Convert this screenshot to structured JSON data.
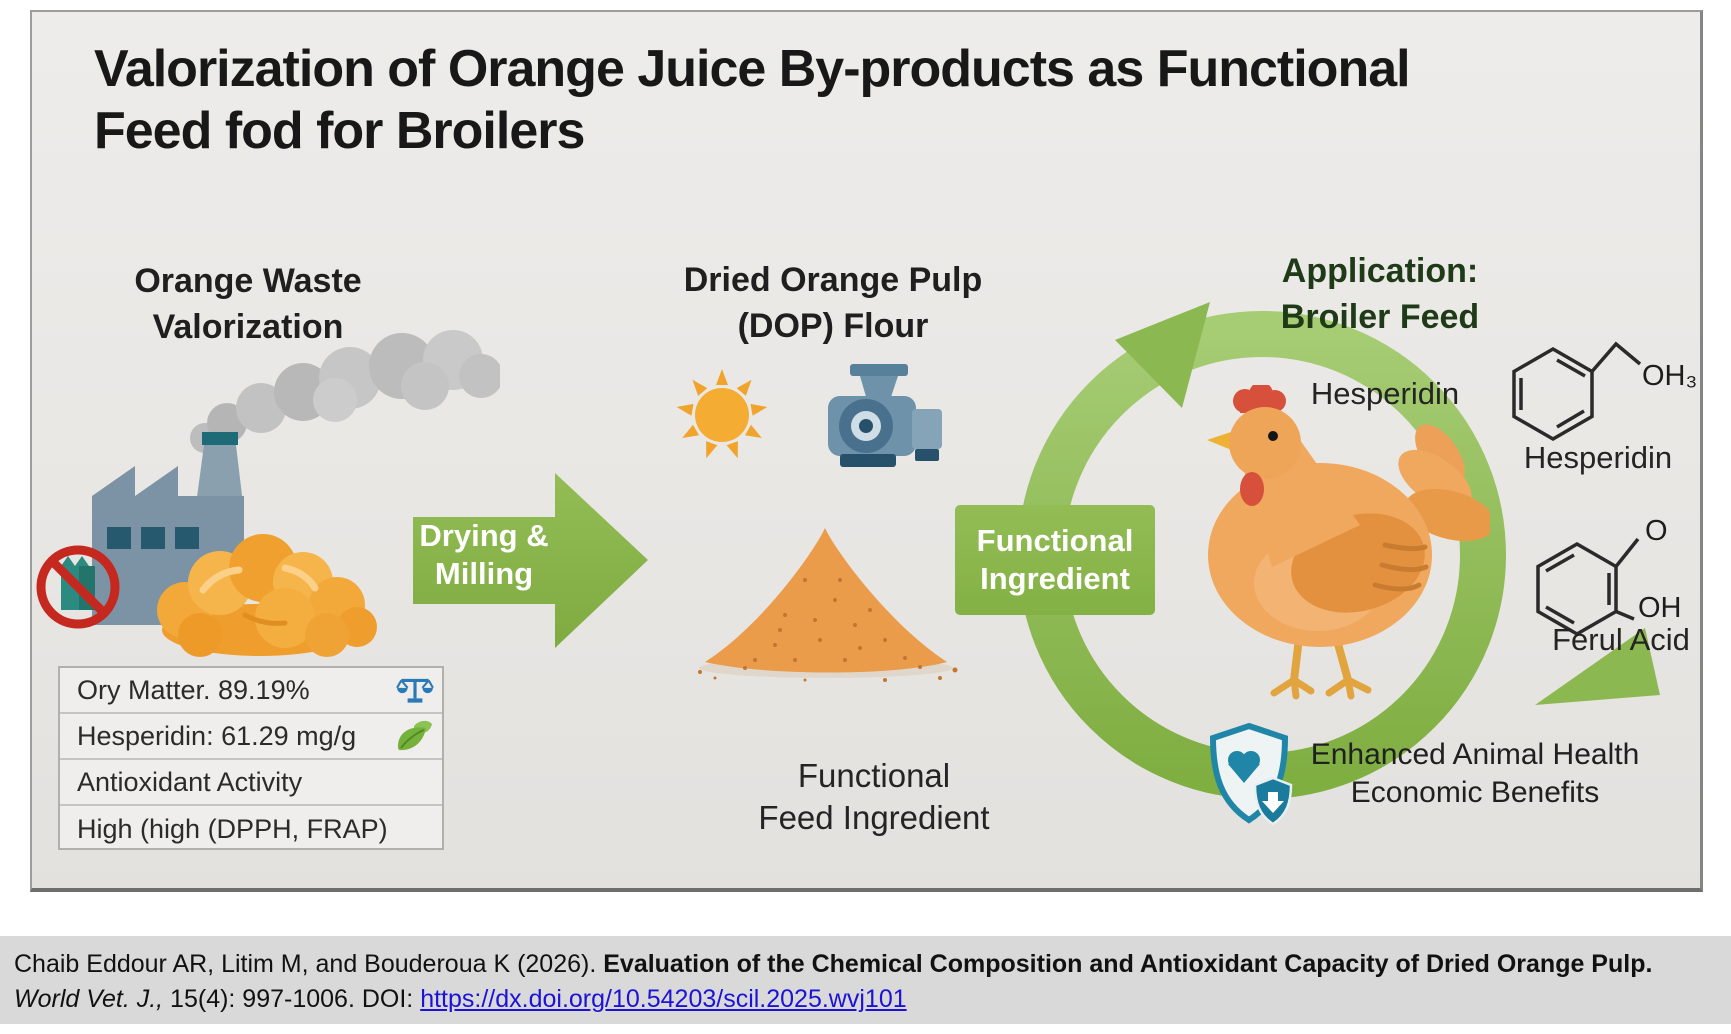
{
  "poster": {
    "title": {
      "line1": "Valorization of Orange Juice By-products as Functional",
      "line2": "Feed fod for Broilers"
    },
    "left_section": {
      "heading1": "Orange Waste",
      "heading2": "Valorization",
      "table_rows": [
        {
          "text": "Ory Matter. 89.19%",
          "icon": "balance-scale-icon"
        },
        {
          "text": "Hesperidin: 61.29 mg/g",
          "icon": "leaf-icon"
        },
        {
          "text": "Antioxidant Activity",
          "icon": ""
        },
        {
          "text": "High (high (DPPH, FRAP)",
          "icon": ""
        }
      ]
    },
    "drying_arrow": {
      "line1": "Drying &",
      "line2": "Milling"
    },
    "middle_section": {
      "heading1": "Dried Orange Pulp",
      "heading2": "(DOP) Flour",
      "caption1": "Functional",
      "caption2": "Feed Ingredient"
    },
    "functional_arrow": {
      "line1": "Functional",
      "line2": "Ingredient"
    },
    "right_section": {
      "heading1": "Application:",
      "heading2": "Broiler Feed",
      "chicken_label": "Hesperidin",
      "chem_hesperidin": {
        "label": "Hesperidin",
        "group": "OH₃"
      },
      "chem_ferulic": {
        "label": "Ferul Acid",
        "group_top": "O",
        "group_bottom": "OH"
      },
      "benefits1": "Enhanced Animal Health",
      "benefits2": "Economic Benefits"
    }
  },
  "citation": {
    "authors_part": "Chaib Eddour AR, Litim M, and Bouderoua K (2026). ",
    "bold_title": "Evaluation of the Chemical Composition and Antioxidant Capacity of Dried Orange Pulp.",
    "journal": "World Vet. J.,",
    "volume_part": " 15(4): 997-1006. DOI: ",
    "doi": "https://dx.doi.org/10.54203/scil.2025.wvj101"
  },
  "icons": {
    "balance_scale": "balance-scale-icon",
    "leaf": "leaf-icon",
    "sun": "sun-icon",
    "grinder": "grinder-icon",
    "factory": "factory-icon",
    "no_waste": "no-waste-prohibition-icon",
    "recycle_ring": "recycle-ring-icon",
    "chicken": "chicken-icon",
    "shield_health": "health-shield-icon"
  },
  "colors": {
    "arrow_green": "#87b348",
    "ring_green_light": "#a6cc74",
    "heading_green": "#1e3a16",
    "panel_bg": "#e9e7e4",
    "citation_bg": "#d9d9d9",
    "link_blue": "#1d12d8",
    "powder_orange": "#ea9c4b",
    "chicken_orange": "#f0a85e",
    "factory_blue": "#7b93a4",
    "prohibition_red": "#c4281e",
    "shield_teal": "#1f86a8"
  }
}
